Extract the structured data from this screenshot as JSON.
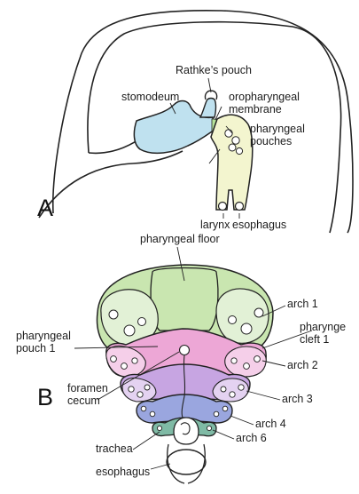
{
  "panel_a": {
    "letter": "A",
    "labels": {
      "rathke": "Rathke’s pouch",
      "stomodeum": "stomodeum",
      "oro_line1": "oropharyngeal",
      "oro_line2": "membrane",
      "pouch_line1": "pharyngeal",
      "pouch_line2": "pouches",
      "larynx": "larynx",
      "esophagus": "esophagus"
    }
  },
  "panel_b": {
    "letter": "B",
    "labels": {
      "floor": "pharyngeal floor",
      "arch1": "arch 1",
      "cleft_line1": "pharynge",
      "cleft_line2": "cleft 1",
      "pouch_line1": "pharyngeal",
      "pouch_line2": "pouch 1",
      "arch2": "arch 2",
      "foramen_line1": "foramen",
      "foramen_line2": "cecum",
      "arch3": "arch 3",
      "arch4": "arch 4",
      "trachea": "trachea",
      "arch6": "arch 6",
      "esophagus": "esophagus"
    }
  },
  "colors": {
    "stomodeum_fill": "#bfe1ef",
    "membrane_fill": "#b6e39a",
    "pharynx_fill": "#f3f5cf",
    "arch1_fill": "#c9e6b0",
    "arch1_light": "#e2f1d6",
    "arch2_fill": "#eda7d6",
    "arch2_light": "#f5cfe9",
    "arch3_fill": "#c7a5e2",
    "arch3_light": "#e4d2f1",
    "arch4_fill": "#9aa6df",
    "arch6_fill": "#7fbaa5"
  }
}
